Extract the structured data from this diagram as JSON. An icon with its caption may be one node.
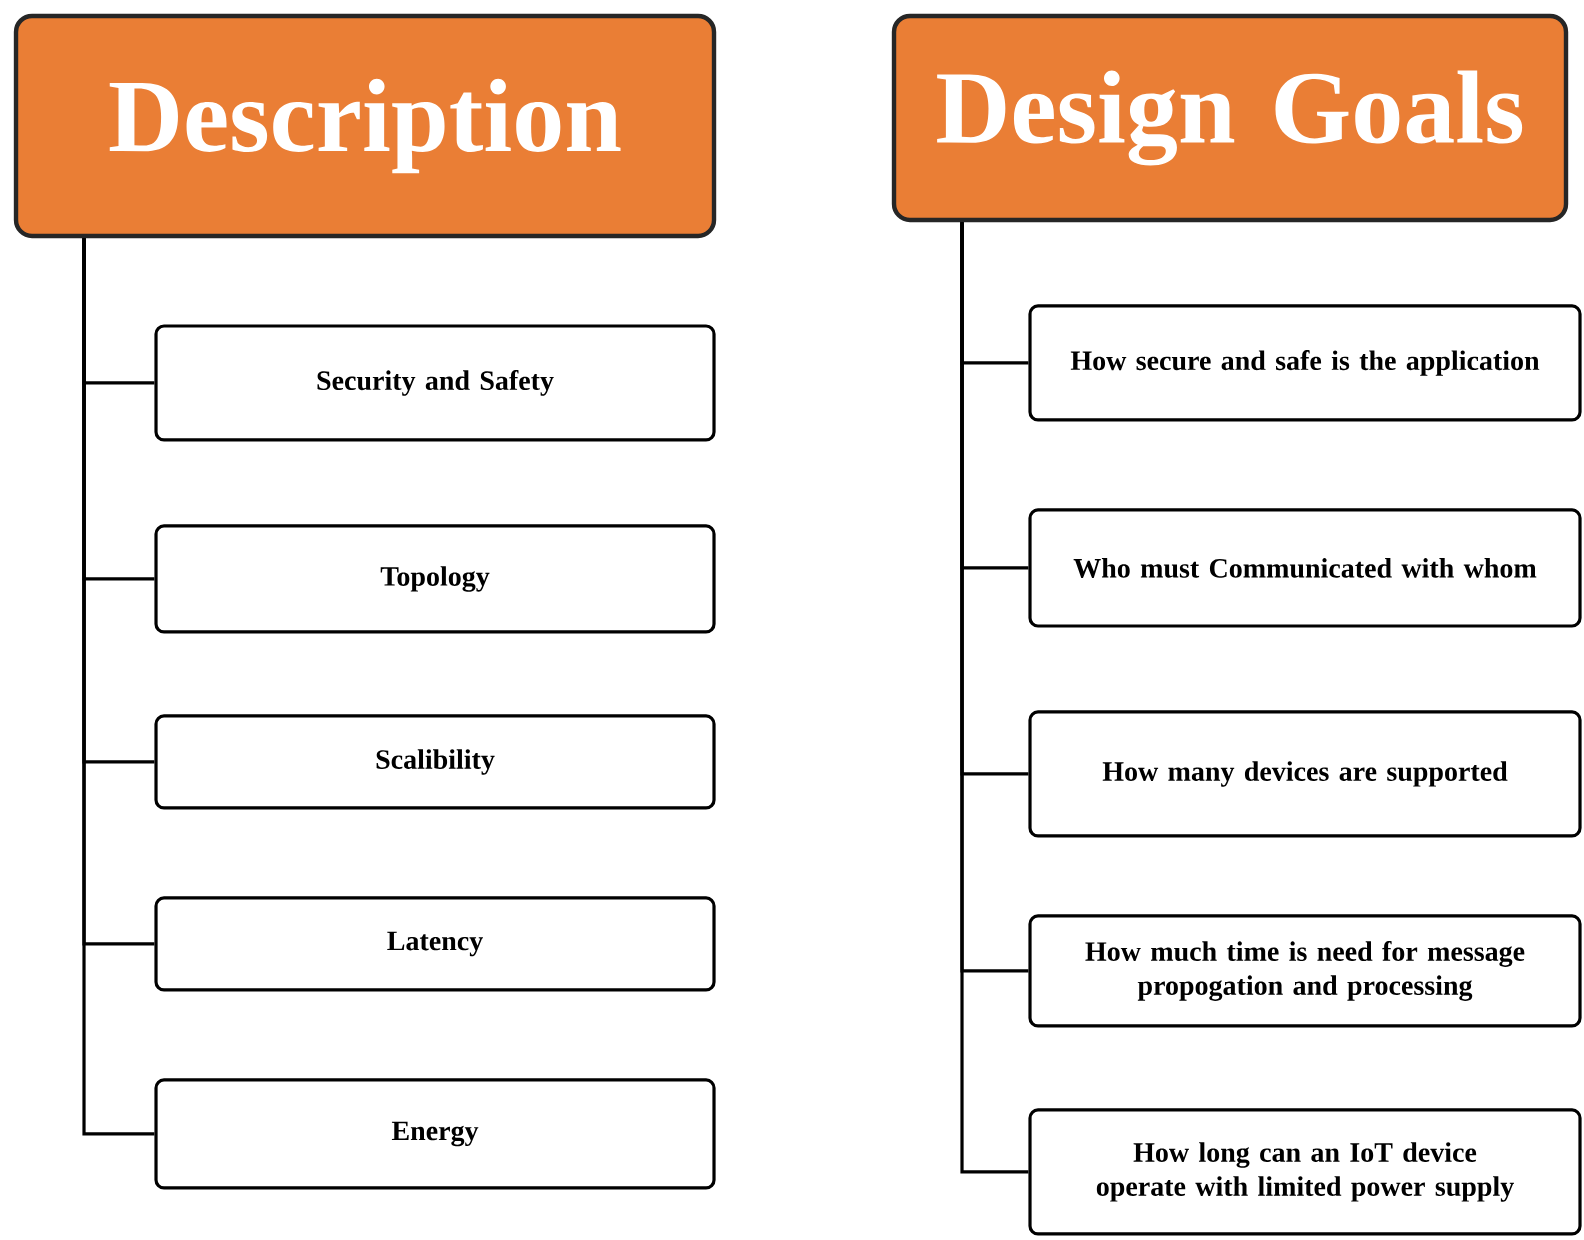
{
  "diagram": {
    "nodes": [
      {
        "text": [
          "Description"
        ]
      },
      {
        "text": [
          "Security and Safety"
        ]
      },
      {
        "text": [
          "Topology"
        ]
      },
      {
        "text": [
          "Scalibility"
        ]
      },
      {
        "text": [
          "Latency"
        ]
      },
      {
        "text": [
          "Energy"
        ]
      },
      {
        "text": [
          "Design Goals"
        ]
      },
      {
        "text": [
          "How secure and safe is the application"
        ]
      },
      {
        "text": [
          "Who must Communicated with whom"
        ]
      },
      {
        "text": [
          "How many devices are supported"
        ]
      },
      {
        "text": [
          "How much time is need for message propogation and processing"
        ]
      },
      {
        "text": [
          "How long can an IoT device operate with limited power supply"
        ]
      }
    ],
    "edges": [
      {
        "from": 0,
        "to": 1,
        "arrow": "none"
      },
      {
        "from": 0,
        "to": 2,
        "arrow": "none"
      },
      {
        "from": 0,
        "to": 3,
        "arrow": "none"
      },
      {
        "from": 0,
        "to": 4,
        "arrow": "none"
      },
      {
        "from": 0,
        "to": 5,
        "arrow": "none"
      },
      {
        "from": 6,
        "to": 7,
        "arrow": "none"
      },
      {
        "from": 6,
        "to": 8,
        "arrow": "none"
      },
      {
        "from": 6,
        "to": 9,
        "arrow": "none"
      },
      {
        "from": 6,
        "to": 10,
        "arrow": "none"
      },
      {
        "from": 6,
        "to": 11,
        "arrow": "none"
      }
    ]
  }
}
